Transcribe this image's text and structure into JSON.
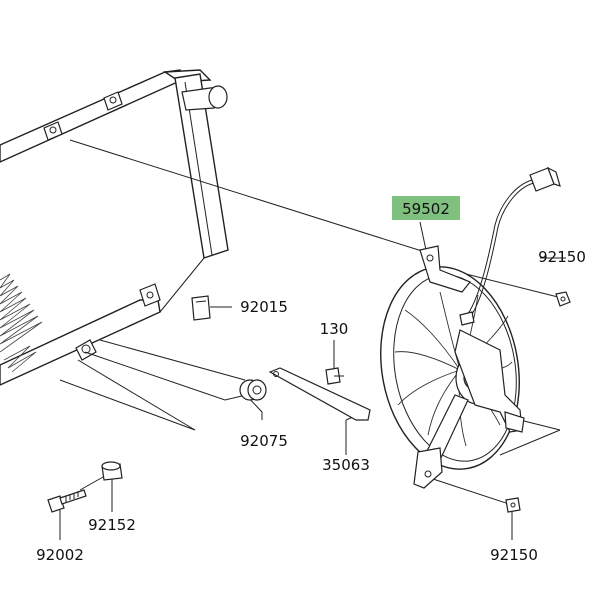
{
  "diagram": {
    "parts": [
      {
        "key": "fan_assembly",
        "number": "59502",
        "highlighted": true
      },
      {
        "key": "screw_top",
        "number": "92150"
      },
      {
        "key": "clip",
        "number": "92015"
      },
      {
        "key": "bolt_130",
        "number": "130"
      },
      {
        "key": "grommet",
        "number": "92075"
      },
      {
        "key": "bracket",
        "number": "35063"
      },
      {
        "key": "collar",
        "number": "92152"
      },
      {
        "key": "bolt_92002",
        "number": "92002"
      },
      {
        "key": "screw_bottom",
        "number": "92150"
      }
    ],
    "highlight_color": "#7fc07f"
  }
}
